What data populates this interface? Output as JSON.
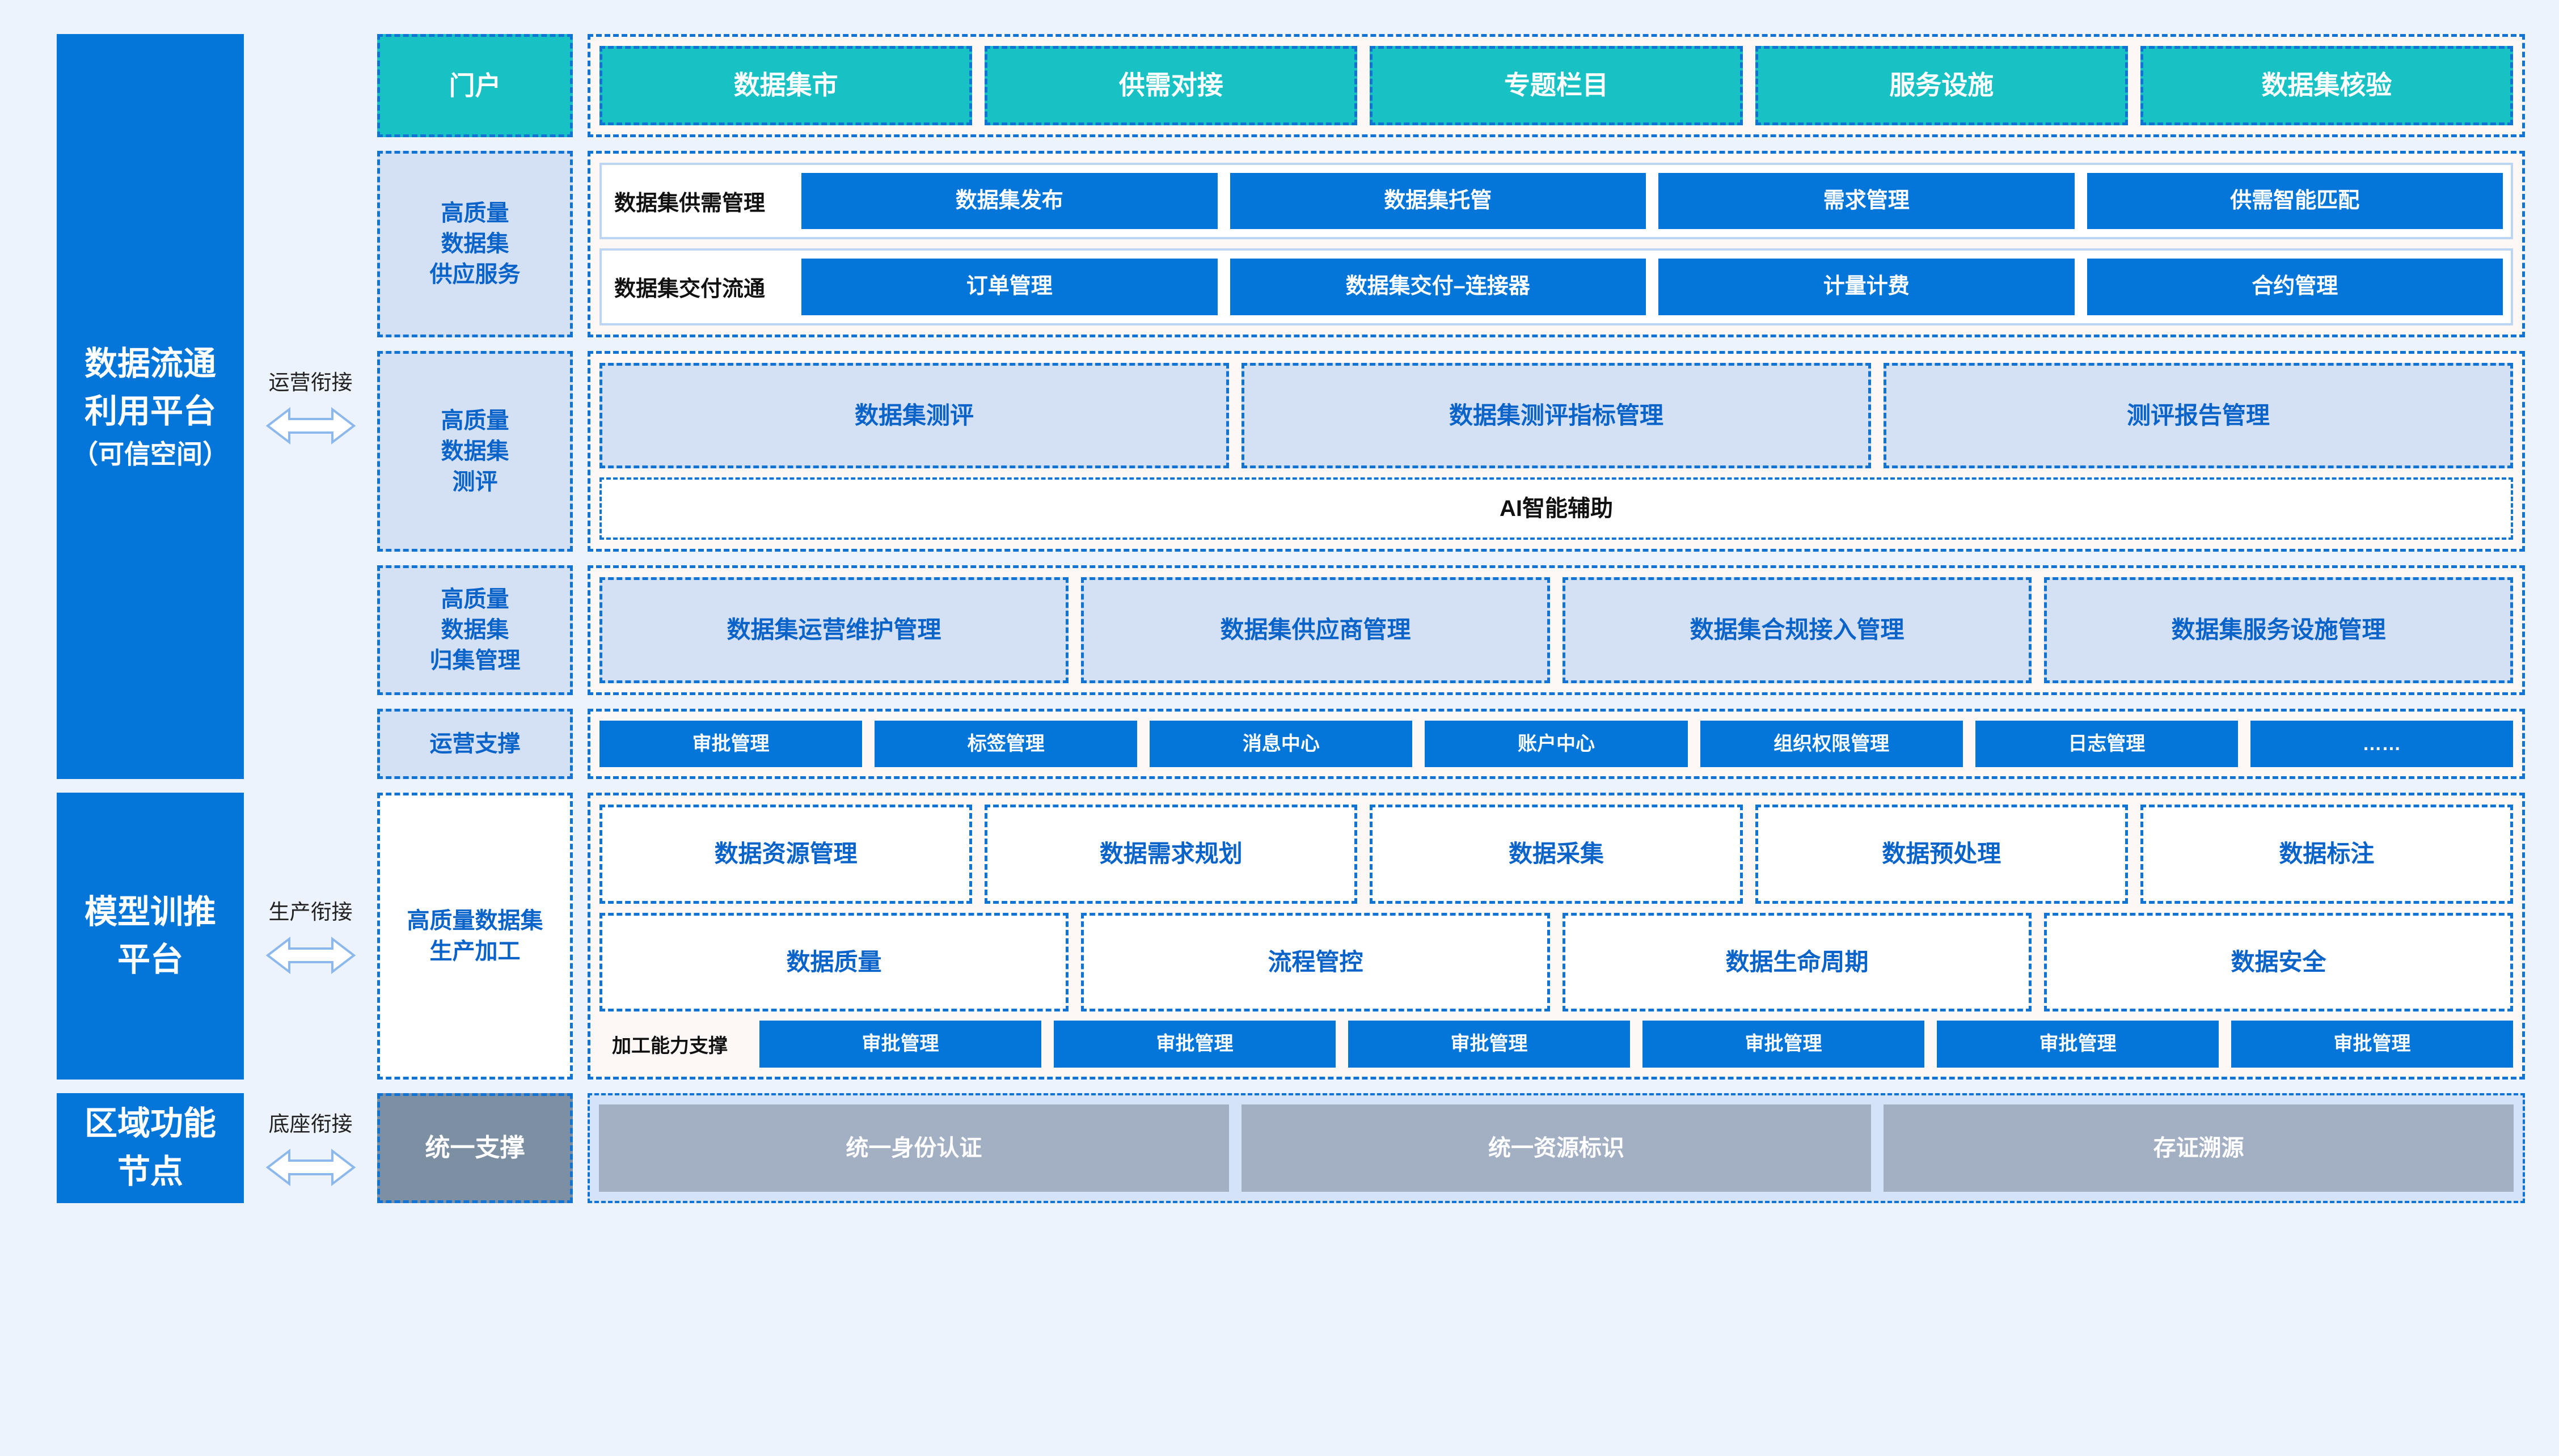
{
  "platforms": {
    "circulation": {
      "line1": "数据流通",
      "line2": "利用平台",
      "sub": "（可信空间）"
    },
    "training": {
      "line1": "模型训推",
      "line2": "平台"
    },
    "regional": {
      "line1": "区域功能",
      "line2": "节点"
    }
  },
  "connectors": {
    "operation": "运营衔接",
    "production": "生产衔接",
    "foundation": "底座衔接"
  },
  "sections": {
    "portal": {
      "label": "门户",
      "items": [
        "数据集市",
        "供需对接",
        "专题栏目",
        "服务设施",
        "数据集核验"
      ]
    },
    "supply": {
      "label": "高质量\n数据集\n供应服务",
      "label_l1": "高质量",
      "label_l2": "数据集",
      "label_l3": "供应服务",
      "rows": [
        {
          "name": "数据集供需管理",
          "items": [
            "数据集发布",
            "数据集托管",
            "需求管理",
            "供需智能匹配"
          ]
        },
        {
          "name": "数据集交付流通",
          "items": [
            "订单管理",
            "数据集交付–连接器",
            "计量计费",
            "合约管理"
          ]
        }
      ]
    },
    "evaluation": {
      "label_l1": "高质量",
      "label_l2": "数据集",
      "label_l3": "测评",
      "items": [
        "数据集测评",
        "数据集测评指标管理",
        "测评报告管理"
      ],
      "footer": "AI智能辅助"
    },
    "collection": {
      "label_l1": "高质量",
      "label_l2": "数据集",
      "label_l3": "归集管理",
      "items": [
        "数据集运营维护管理",
        "数据集供应商管理",
        "数据集合规接入管理",
        "数据集服务设施管理"
      ]
    },
    "opsupport": {
      "label": "运营支撑",
      "items": [
        "审批管理",
        "标签管理",
        "消息中心",
        "账户中心",
        "组织权限管理",
        "日志管理",
        "……"
      ]
    },
    "production": {
      "label_l1": "高质量数据集",
      "label_l2": "生产加工",
      "row1": [
        "数据资源管理",
        "数据需求规划",
        "数据采集",
        "数据预处理",
        "数据标注"
      ],
      "row2": [
        "数据质量",
        "流程管控",
        "数据生命周期",
        "数据安全"
      ],
      "support_label": "加工能力支撑",
      "support_items": [
        "审批管理",
        "审批管理",
        "审批管理",
        "审批管理",
        "审批管理",
        "审批管理"
      ]
    },
    "foundation": {
      "label": "统一支撑",
      "items": [
        "统一身份认证",
        "统一资源标识",
        "存证溯源"
      ]
    }
  },
  "colors": {
    "page_bg": "#EDF3FC",
    "primary_blue": "#0476D9",
    "teal": "#18C2C4",
    "light_blue_fill": "#D4E0F4",
    "dashed_border": "#1173D4",
    "gray": "#7C8FA3",
    "gray_chip": "#A3B0C4",
    "panel_bg": "#FDF8F6"
  }
}
